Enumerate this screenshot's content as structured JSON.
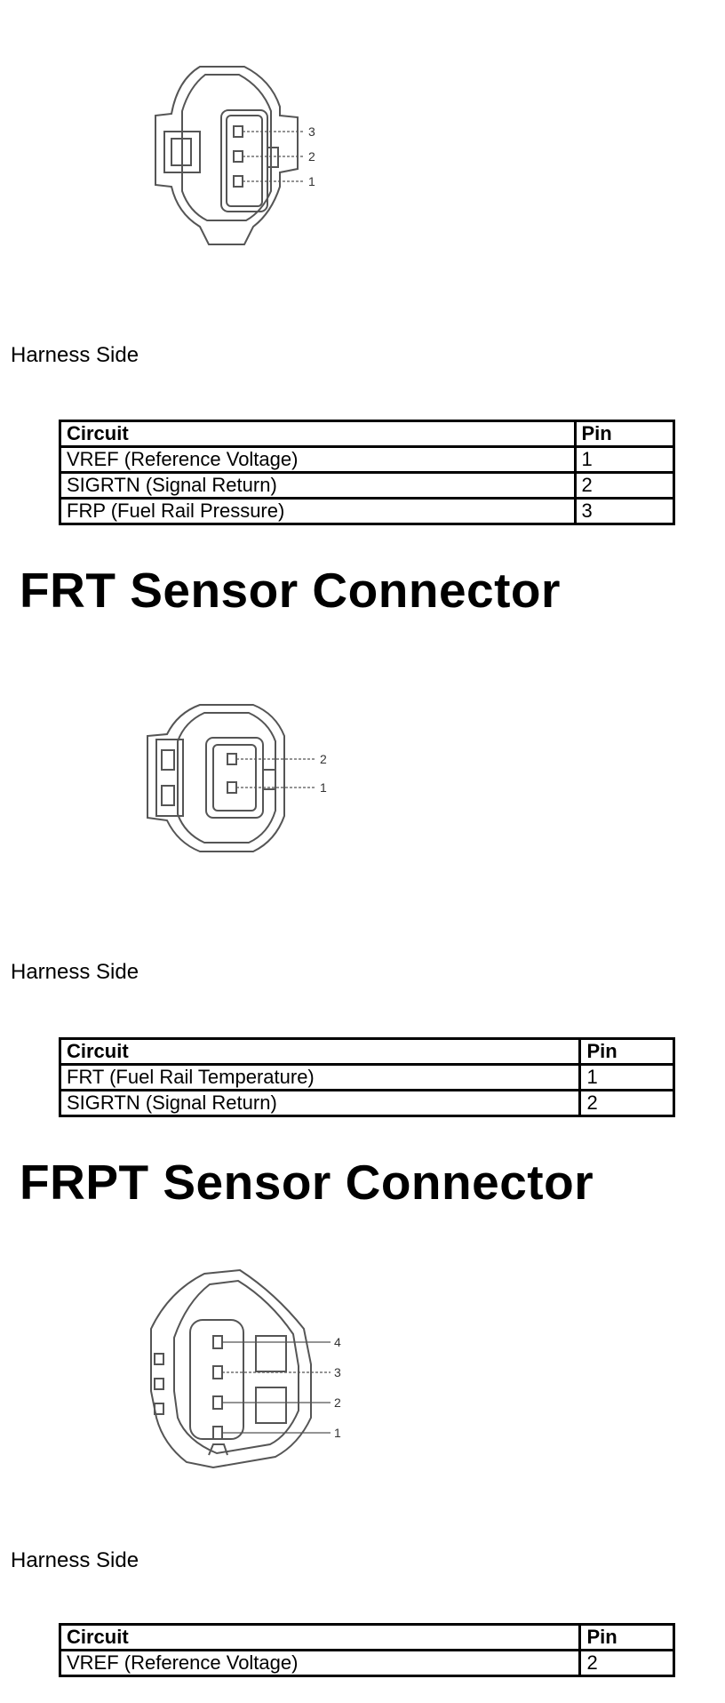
{
  "sections": [
    {
      "heading": "",
      "caption": "Harness Side",
      "pin_labels": [
        "3",
        "2",
        "1"
      ],
      "columns": [
        "Circuit",
        "Pin"
      ],
      "rows": [
        {
          "circuit": "VREF (Reference Voltage)",
          "pin": "1"
        },
        {
          "circuit": "SIGRTN (Signal Return)",
          "pin": "2"
        },
        {
          "circuit": "FRP (Fuel Rail Pressure)",
          "pin": "3"
        }
      ]
    },
    {
      "heading": "FRT Sensor Connector",
      "caption": "Harness Side",
      "pin_labels": [
        "2",
        "1"
      ],
      "columns": [
        "Circuit",
        "Pin"
      ],
      "rows": [
        {
          "circuit": "FRT (Fuel Rail Temperature)",
          "pin": "1"
        },
        {
          "circuit": "SIGRTN (Signal Return)",
          "pin": "2"
        }
      ]
    },
    {
      "heading": "FRPT Sensor Connector",
      "caption": "Harness Side",
      "pin_labels": [
        "4",
        "3",
        "2",
        "1"
      ],
      "columns": [
        "Circuit",
        "Pin"
      ],
      "rows": [
        {
          "circuit": "VREF (Reference Voltage)",
          "pin": "2"
        }
      ]
    }
  ]
}
